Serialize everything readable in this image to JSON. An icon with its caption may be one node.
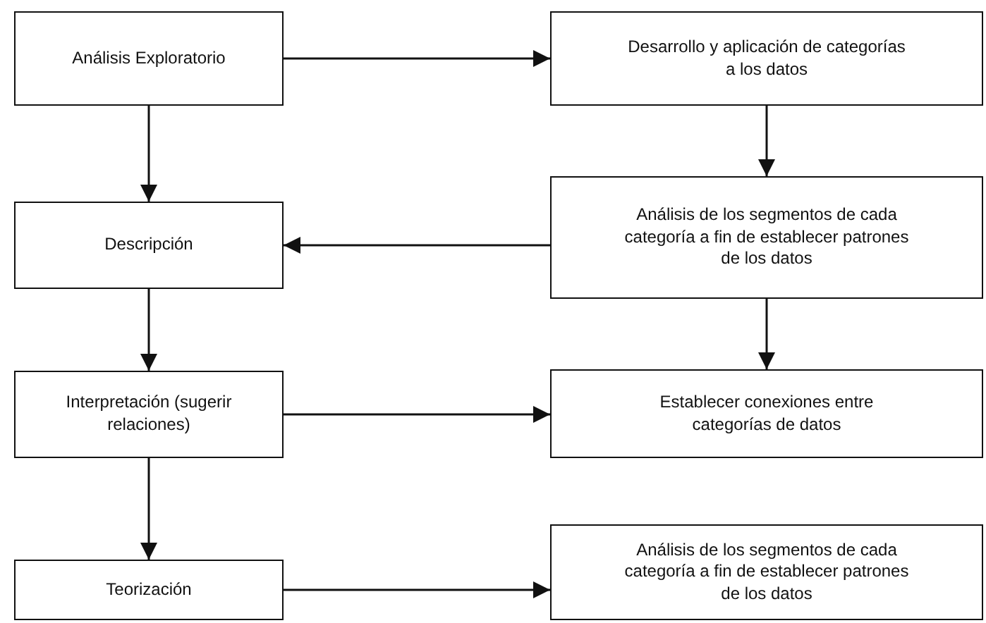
{
  "diagram": {
    "nodes": [
      {
        "text": [
          "Análisis Exploratorio"
        ]
      },
      {
        "text": [
          "Desarrollo y aplicación de categorías a los datos"
        ]
      },
      {
        "text": [
          "Descripción"
        ]
      },
      {
        "text": [
          "Análisis de los segmentos de cada categoría a fin de establecer patrones de los datos"
        ]
      },
      {
        "text": [
          "Interpretación (sugerir relaciones)"
        ]
      },
      {
        "text": [
          "Establecer conexiones entre categorías de datos"
        ]
      },
      {
        "text": [
          "Teorización"
        ]
      },
      {
        "text": [
          "Análisis de los segmentos de cada categoría a fin de establecer patrones de los datos"
        ]
      }
    ],
    "edges": [
      {
        "from": 0,
        "to": 1,
        "arrow": "to"
      },
      {
        "from": 0,
        "to": 2,
        "arrow": "to"
      },
      {
        "from": 1,
        "to": 3,
        "arrow": "to"
      },
      {
        "from": 3,
        "to": 2,
        "arrow": "to"
      },
      {
        "from": 2,
        "to": 4,
        "arrow": "to"
      },
      {
        "from": 3,
        "to": 5,
        "arrow": "to"
      },
      {
        "from": 4,
        "to": 5,
        "arrow": "to"
      },
      {
        "from": 4,
        "to": 6,
        "arrow": "to"
      },
      {
        "from": 6,
        "to": 7,
        "arrow": "to"
      }
    ]
  }
}
